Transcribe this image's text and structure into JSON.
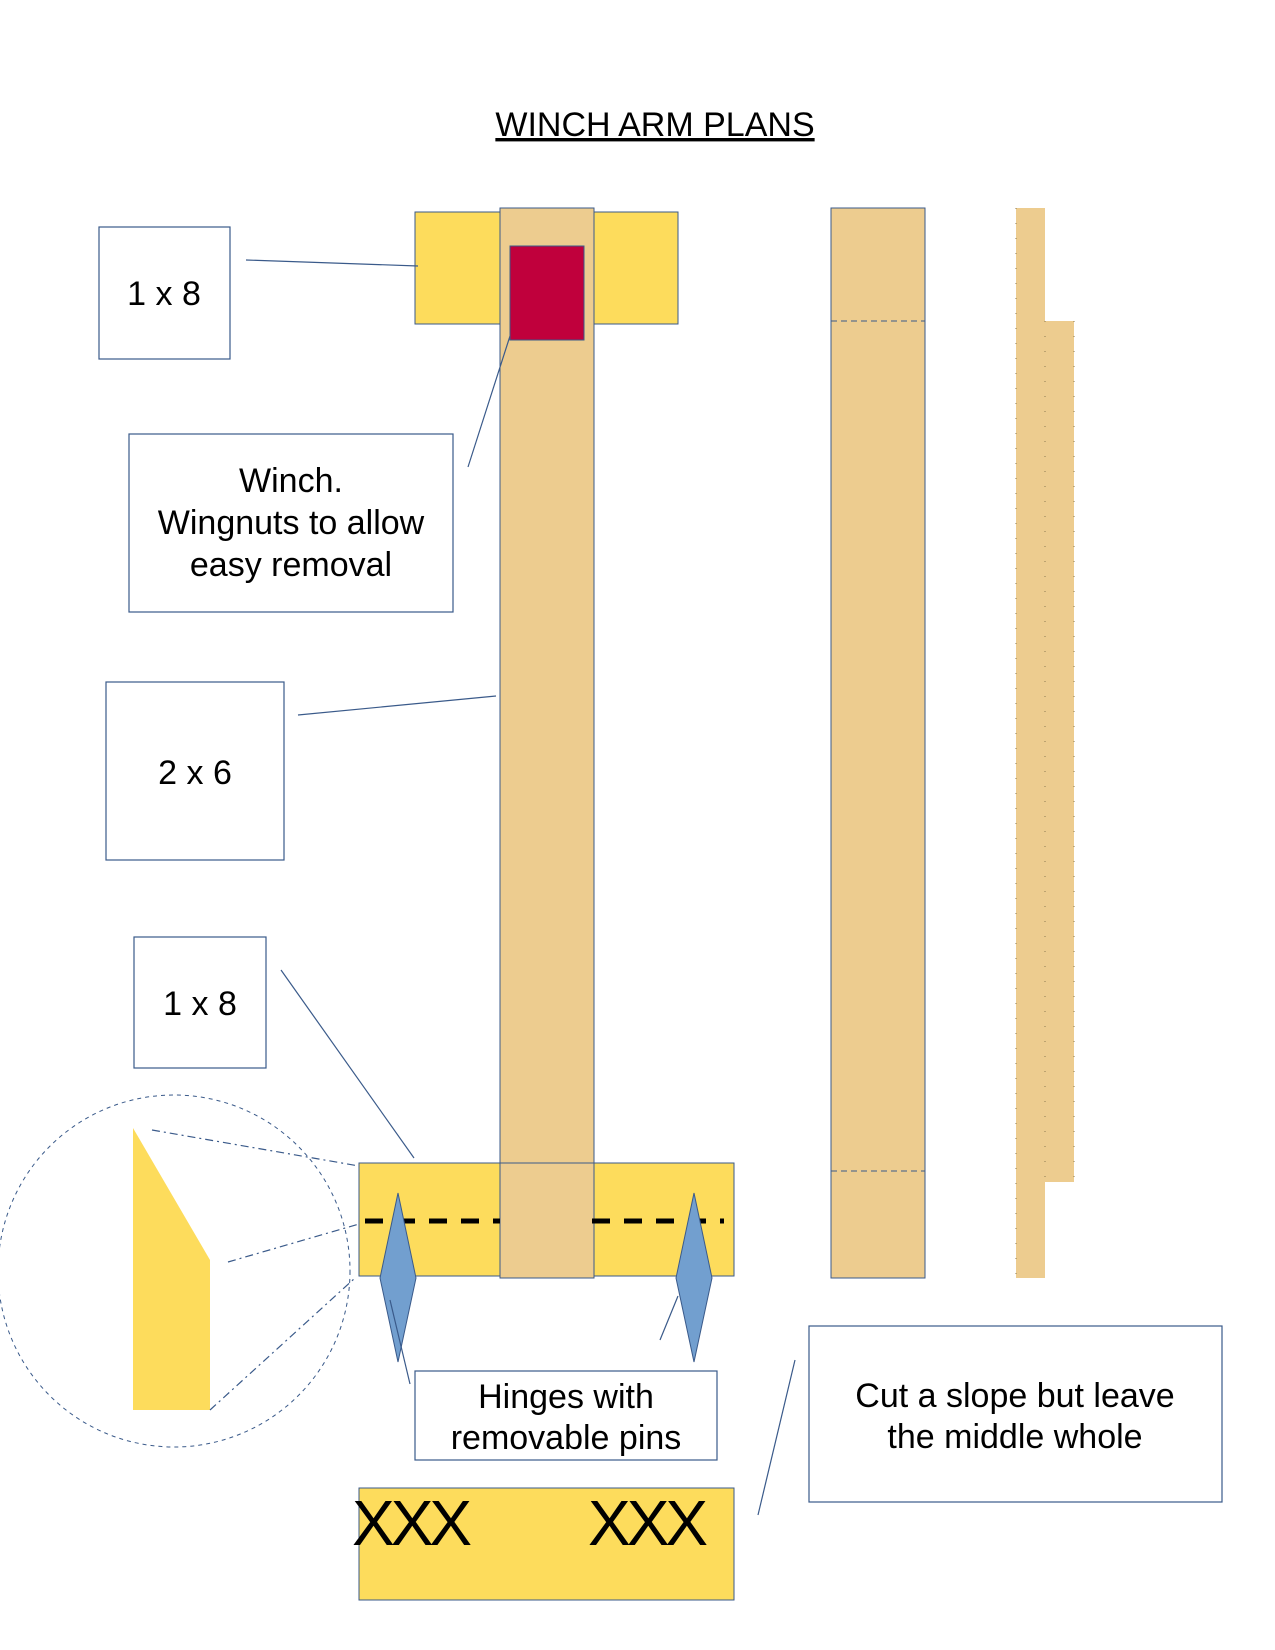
{
  "title": "WINCH ARM PLANS",
  "labels": {
    "top_board": "1 x 8",
    "winch_line1": "Winch.",
    "winch_line2": "Wingnuts to allow",
    "winch_line3": "easy removal",
    "post": "2 x 6",
    "bottom_board": "1 x 8",
    "hinges_line1": "Hinges with",
    "hinges_line2": "removable pins",
    "slope_line1": "Cut a slope but leave",
    "slope_line2": "the middle whole",
    "x_marks_left": "XXX",
    "x_marks_right": "XXX"
  },
  "colors": {
    "wood_2x6": "#edcc8f",
    "wood_1x8": "#fddc5c",
    "winch": "#c0003c",
    "hinge": "#729fcf",
    "outline": "#3a5a8a"
  },
  "icons": {
    "hinge": "hinge-pin-icon",
    "winch": "winch-icon"
  }
}
